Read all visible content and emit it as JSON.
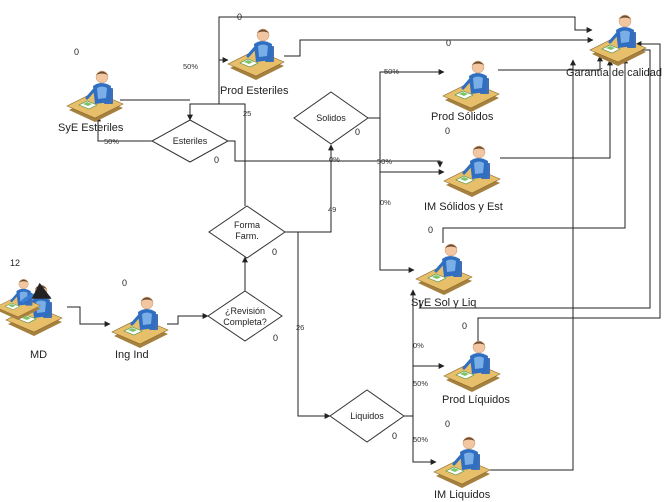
{
  "nodes": {
    "md": {
      "label": "MD",
      "count": "12"
    },
    "ing_ind": {
      "label": "Ing Ind",
      "count": "0"
    },
    "rev": {
      "line1": "¿Revisión",
      "line2": "Completa?",
      "count": "0"
    },
    "forma": {
      "line1": "Forma",
      "line2": "Farm.",
      "count": "0"
    },
    "esteriles": {
      "label": "Esteriles",
      "count": "0"
    },
    "solidos": {
      "label": "Solidos",
      "count": "0"
    },
    "liquidos": {
      "label": "Liquidos",
      "count": "0"
    },
    "sye_est": {
      "label": "SyE Esteriles",
      "count": "0"
    },
    "prod_est": {
      "label": "Prod Esteriles"
    },
    "prod_sol": {
      "label": "Prod Sólidos",
      "count": "0"
    },
    "im_sol": {
      "label": "IM Sólidos y Est"
    },
    "sye_sol": {
      "label": "SyE Sol y Liq",
      "count": "0"
    },
    "prod_liq": {
      "label": "Prod Líquidos",
      "count": "0"
    },
    "im_liq": {
      "label": "IM Liquidos",
      "count": "0"
    },
    "garantia": {
      "label": "Garantía de calidad"
    }
  },
  "edge_labels": {
    "top_route": "0",
    "prod_est_to_garantia": "0",
    "sye_est_pct": "50%",
    "prod_est_pct": "50%",
    "to_esteriles": "25",
    "to_solidos": "49",
    "to_liquidos": "26",
    "esteriles_bypass": "0%",
    "sol_to_prod": "50%",
    "sol_to_im": "50%",
    "sol_to_sye": "0%",
    "liq_to_sye": "0%",
    "liq_to_prod": "50%",
    "liq_to_im": "50%"
  }
}
